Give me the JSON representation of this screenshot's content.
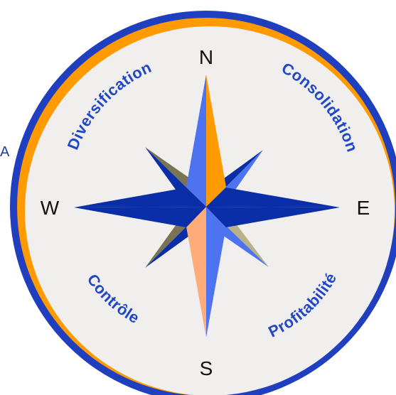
{
  "compass": {
    "directions": {
      "north": "N",
      "south": "S",
      "east": "E",
      "west": "W"
    },
    "quadrants": {
      "top_left": "Diversification",
      "top_right": "Consolidation",
      "bottom_left": "Contrôle",
      "bottom_right": "Profitabilité"
    },
    "edge_fragment": "A"
  },
  "colors": {
    "rim_blue": "#1f3fbf",
    "rim_orange": "#ff9a00",
    "face": "#f1efee",
    "star_dark_blue": "#0a2ea8",
    "star_mid_blue": "#4d73f0",
    "star_orange": "#ff9a00",
    "star_peach": "#ffab7a",
    "diag_khaki": "#b9b188",
    "diag_dark_khaki": "#7a7457",
    "label_blue": "#1f47c8"
  }
}
